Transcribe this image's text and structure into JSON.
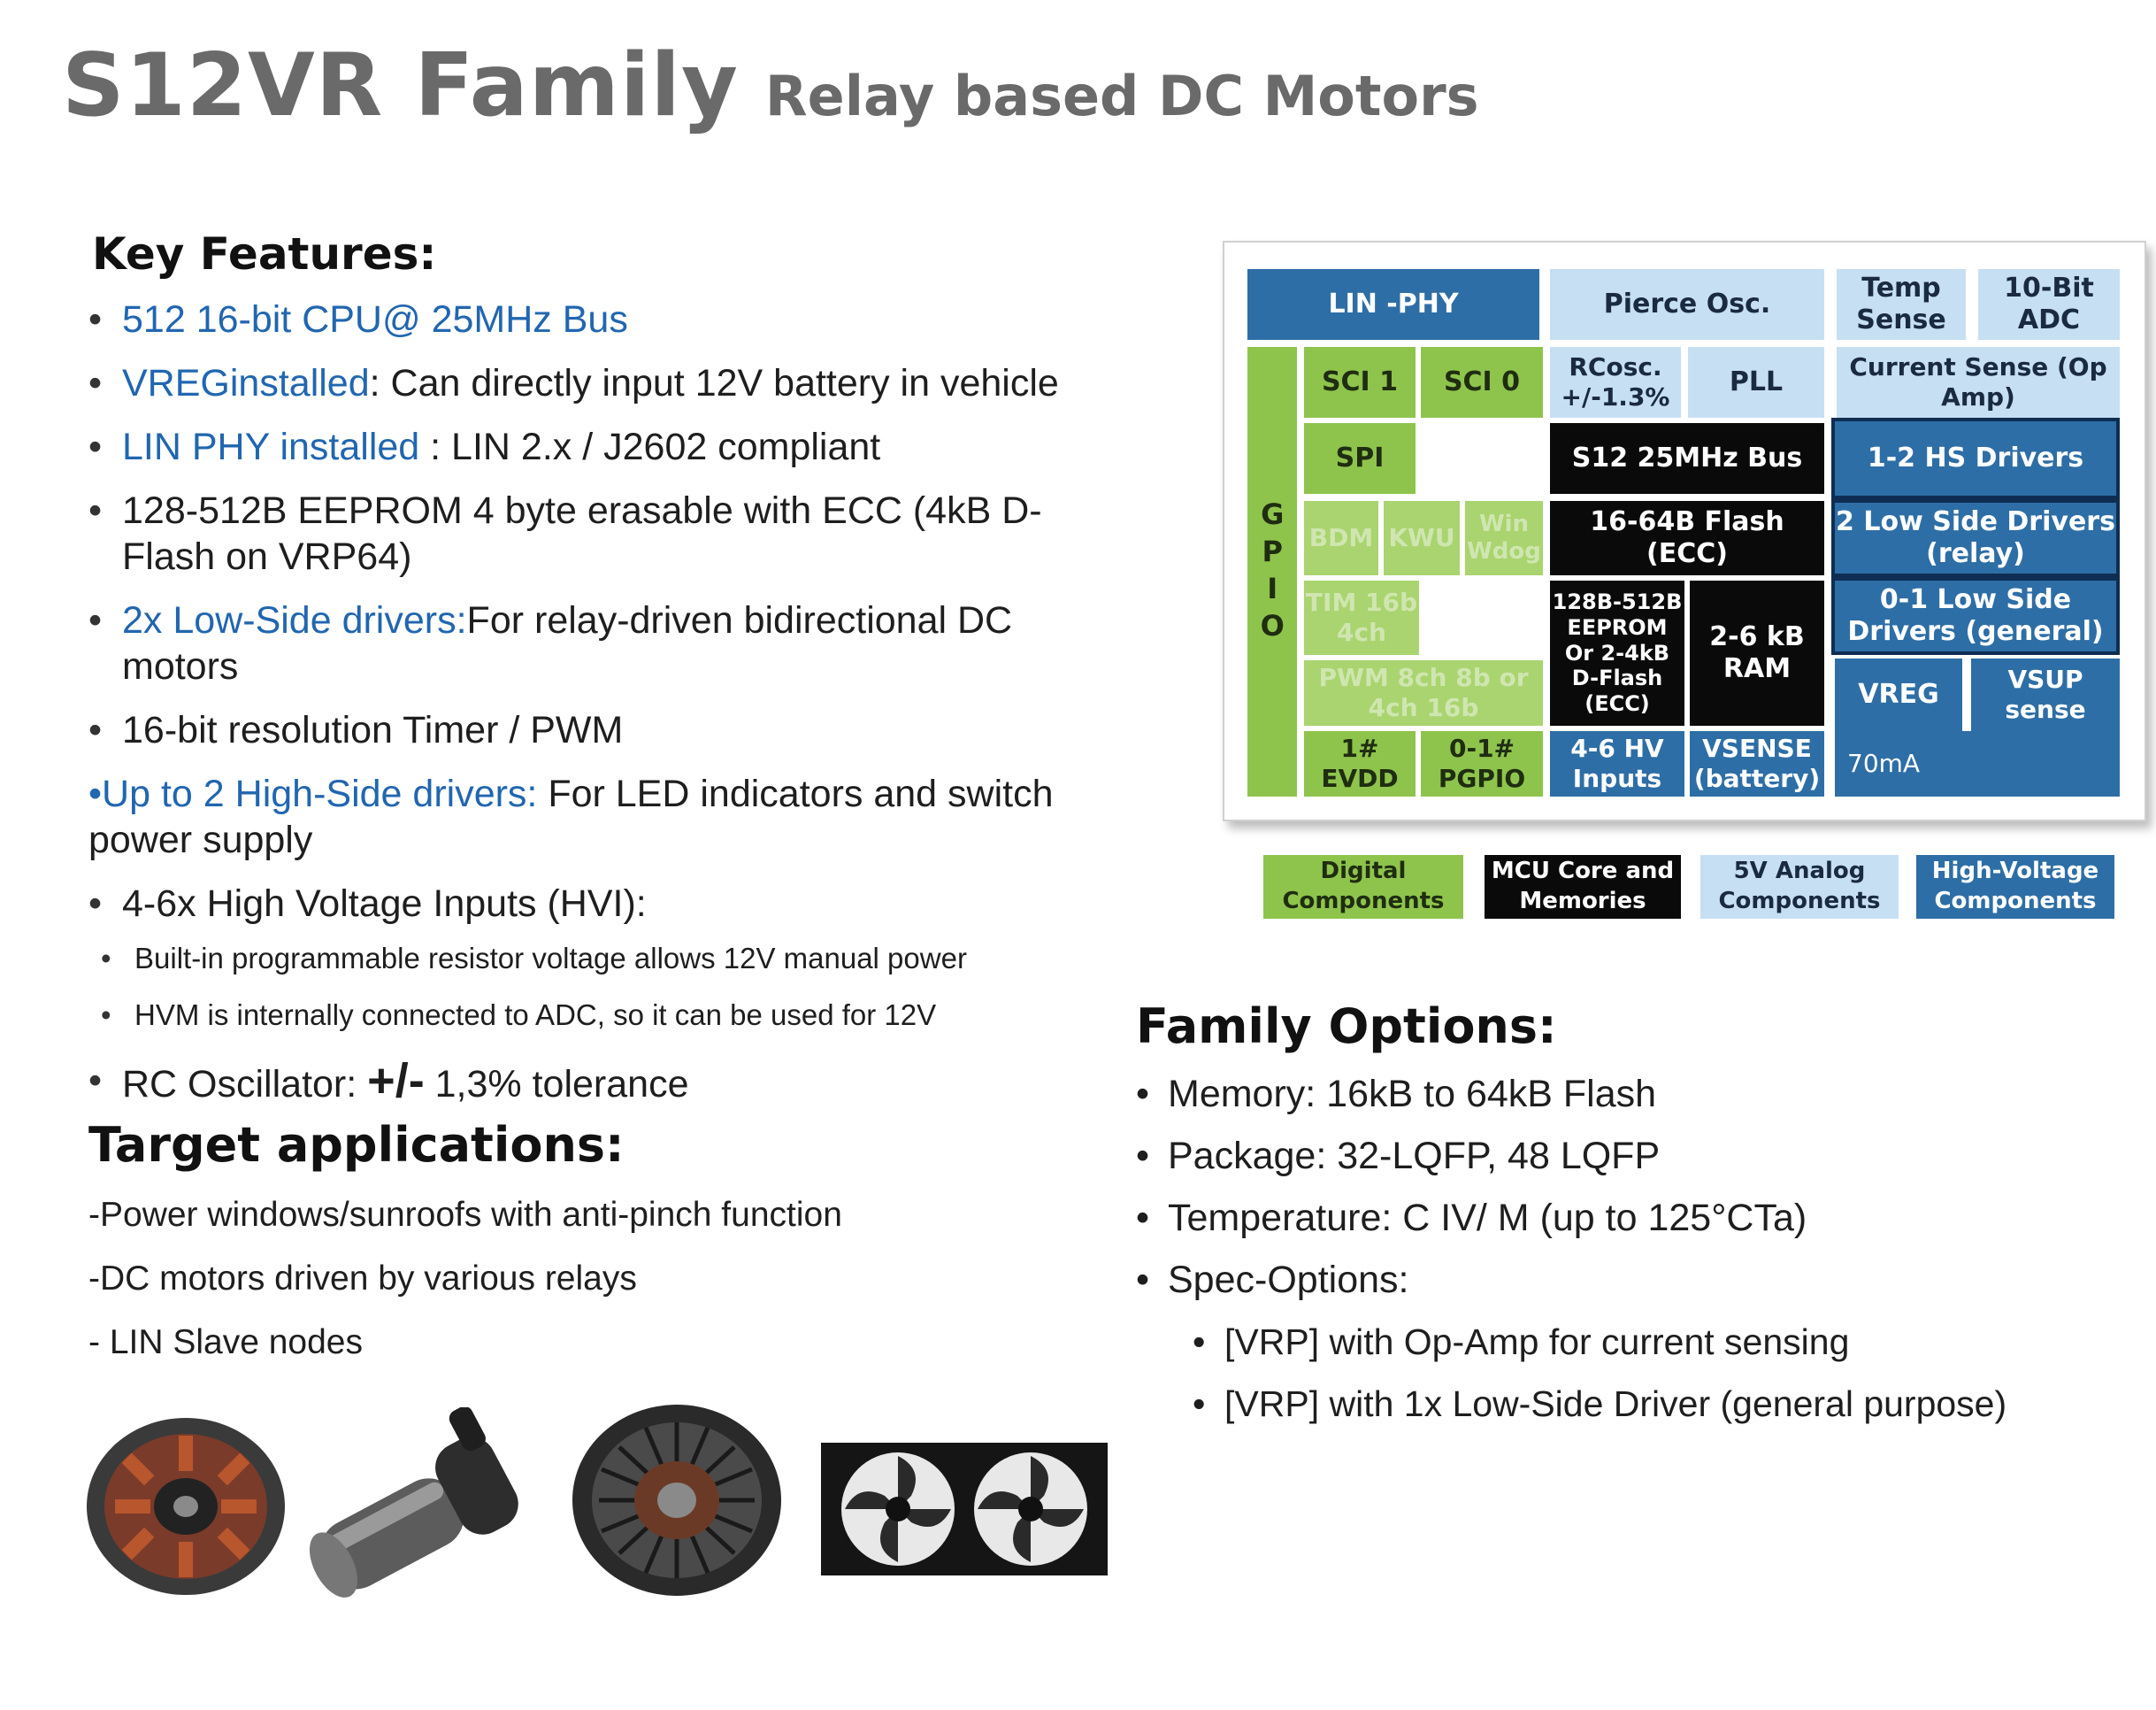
{
  "header": {
    "title": "S12VR Family",
    "subtitle": "Relay based DC Motors"
  },
  "key_features": {
    "heading": "Key Features:",
    "items": [
      {
        "highlight": "512 16-bit CPU@ 25MHz Bus",
        "rest": ""
      },
      {
        "highlight": "VREGinstalled",
        "rest": ": Can directly input 12V battery in vehicle"
      },
      {
        "highlight": "LIN PHY  installed",
        "rest": " : LIN 2.x / J2602 compliant"
      },
      {
        "highlight": "",
        "rest": "128-512B EEPROM 4 byte erasable with ECC (4kB D-Flash on VRP64)"
      },
      {
        "highlight": "2x Low-Side drivers:",
        "rest": "For relay-driven bidirectional DC motors"
      },
      {
        "highlight": "",
        "rest": "16-bit resolution Timer / PWM"
      },
      {
        "highlight": "•Up to 2 High-Side drivers:",
        "rest": " For LED indicators and switch power supply"
      },
      {
        "highlight": "",
        "rest": "4-6x High Voltage Inputs (HVI):"
      },
      {
        "highlight": "",
        "rest": "Built-in programmable resistor voltage allows 12V manual power"
      },
      {
        "highlight": "",
        "rest": "HVM is internally connected to ADC, so it can be used for 12V"
      },
      {
        "highlight": "",
        "rest": "RC Oscillator: ",
        "big": "+/-",
        "tail": " 1,3% tolerance"
      }
    ]
  },
  "target_applications": {
    "heading": "Target applications:",
    "items": [
      "-Power windows/sunroofs with anti-pinch function",
      "-DC motors driven by various relays",
      "- LIN Slave nodes"
    ]
  },
  "family_options": {
    "heading": "Family Options:",
    "items": [
      "Memory: 16kB to 64kB Flash",
      "Package: 32-LQFP, 48 LQFP",
      "Temperature: C IV/ M (up to 125°CTa)",
      "Spec-Options:"
    ],
    "sub_items": [
      "[VRP] with Op-Amp for current sensing",
      "[VRP] with 1x Low-Side Driver (general purpose)"
    ]
  },
  "block_diagram": {
    "lin_phy": "LIN -PHY",
    "pierce_osc": "Pierce Osc.",
    "temp_sense": "Temp Sense",
    "adc": "10-Bit ADC",
    "gpio": "GPIO",
    "sci1": "SCI 1",
    "sci0": "SCI 0",
    "rcosc": "RCosc. +/-1.3%",
    "pll": "PLL",
    "current_sense": "Current Sense (Op Amp)",
    "spi": "SPI",
    "bus": "S12 25MHz Bus",
    "hs_drivers": "1-2 HS Drivers",
    "bdm": "BDM",
    "kwu": "KWU",
    "wdog": "Win Wdog",
    "flash": "16-64B Flash (ECC)",
    "ls_relay": "2 Low Side Drivers (relay)",
    "tim": "TIM 16b 4ch",
    "eeprom": "128B-512B EEPROM Or 2-4kB D-Flash (ECC)",
    "ram": "2-6 kB RAM",
    "ls_general": "0-1 Low Side Drivers (general)",
    "pwm": "PWM 8ch 8b or 4ch 16b",
    "vreg": "VREG",
    "vsup": "VSUP sense",
    "evdd": "1# EVDD",
    "pgpio": "0-1# PGPIO",
    "hv_inputs": "4-6 HV Inputs",
    "vsense": "VSENSE (battery)",
    "vreg_current": "70mA"
  },
  "legend": {
    "digital": "Digital Components",
    "mcu": "MCU Core and Memories",
    "analog": "5V Analog Components",
    "hv": "High-Voltage Components"
  },
  "colors": {
    "digital": "#8ec44c",
    "mcu": "#0a0a0a",
    "analog": "#c6dff3",
    "hv": "#2e6ea6",
    "highlight_text": "#2166b0",
    "title": "#6a6a6a"
  },
  "photos": [
    "motor-stator-image",
    "pump-motor-image",
    "blower-motor-image",
    "radiator-fan-image"
  ]
}
